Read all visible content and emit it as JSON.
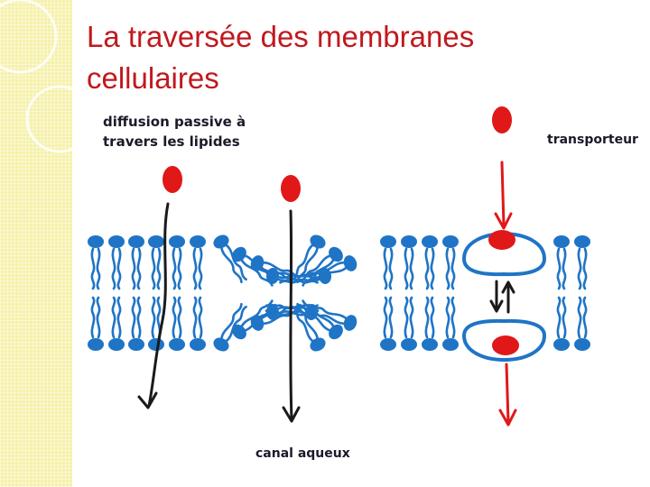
{
  "slide": {
    "title_lines": [
      "La traversée des membranes",
      "cellulaires"
    ]
  },
  "diagram": {
    "labels": {
      "diffusion_lines": [
        "diffusion passive  à",
        "travers les lipides"
      ],
      "transporteur": "transporteur",
      "canal": "canal aqueux"
    },
    "colors": {
      "title": "#c0191e",
      "lipid": "#1f74c6",
      "molecule": "#e01818",
      "arrow_dark": "#1a1a1a",
      "arrow_red": "#e01818",
      "sidebar": "#f5f0a8"
    }
  }
}
